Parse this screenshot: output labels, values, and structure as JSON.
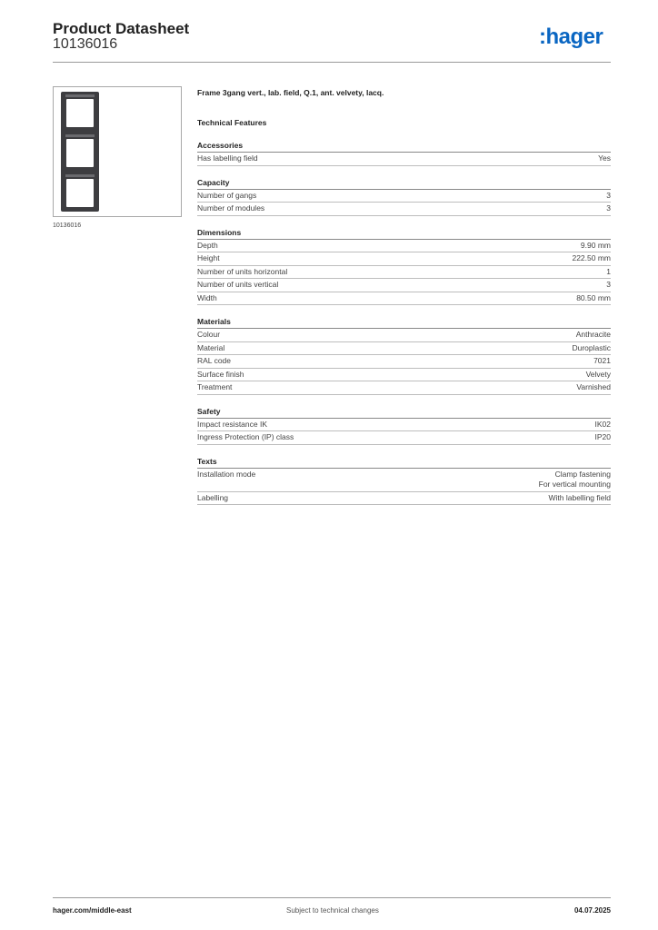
{
  "header": {
    "title": "Product Datasheet",
    "product_id": "10136016",
    "logo_text": ":hager",
    "logo_color": "#0a66c2"
  },
  "image": {
    "caption": "10136016",
    "frame_color": "#3d3d40"
  },
  "product": {
    "description": "Frame 3gang vert., lab. field, Q.1, ant. velvety, lacq.",
    "technical_features_title": "Technical Features"
  },
  "sections": [
    {
      "title": "Accessories",
      "rows": [
        {
          "label": "Has labelling field",
          "value": "Yes"
        }
      ]
    },
    {
      "title": "Capacity",
      "rows": [
        {
          "label": "Number of gangs",
          "value": "3"
        },
        {
          "label": "Number of modules",
          "value": "3"
        }
      ]
    },
    {
      "title": "Dimensions",
      "rows": [
        {
          "label": "Depth",
          "value": "9.90 mm"
        },
        {
          "label": "Height",
          "value": "222.50 mm"
        },
        {
          "label": "Number of units horizontal",
          "value": "1"
        },
        {
          "label": "Number of units vertical",
          "value": "3"
        },
        {
          "label": "Width",
          "value": "80.50 mm"
        }
      ]
    },
    {
      "title": "Materials",
      "rows": [
        {
          "label": "Colour",
          "value": "Anthracite"
        },
        {
          "label": "Material",
          "value": "Duroplastic"
        },
        {
          "label": "RAL code",
          "value": "7021"
        },
        {
          "label": "Surface finish",
          "value": "Velvety"
        },
        {
          "label": "Treatment",
          "value": "Varnished"
        }
      ]
    },
    {
      "title": "Safety",
      "rows": [
        {
          "label": "Impact resistance IK",
          "value": "IK02"
        },
        {
          "label": "Ingress Protection (IP) class",
          "value": "IP20"
        }
      ]
    },
    {
      "title": "Texts",
      "rows": [
        {
          "label": "Installation mode",
          "value": "Clamp fastening\nFor vertical mounting"
        },
        {
          "label": "Labelling",
          "value": "With labelling field"
        }
      ]
    }
  ],
  "footer": {
    "website": "hager.com/middle-east",
    "notice": "Subject to technical changes",
    "date": "04.07.2025"
  }
}
